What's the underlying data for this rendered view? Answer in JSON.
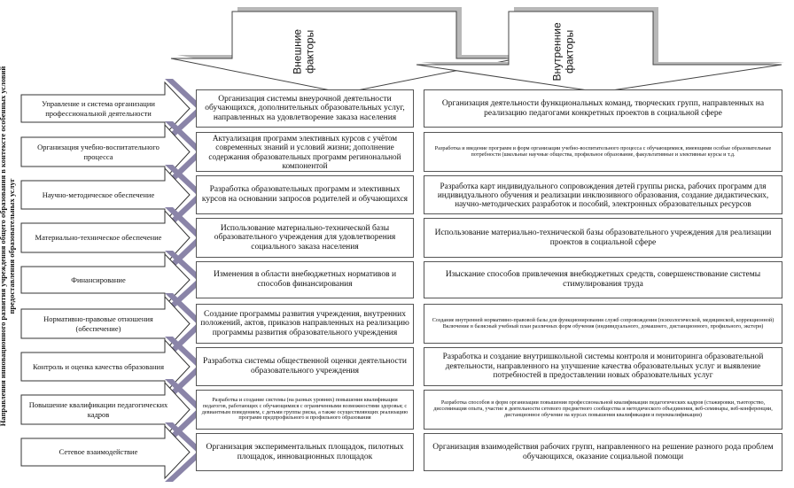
{
  "top": {
    "external": [
      "Внешние",
      "факторы"
    ],
    "internal": [
      "Внутренние",
      "факторы"
    ]
  },
  "side_label": [
    "Направления инновационного развития учреждения общего образования в контексте особенных условий",
    "предоставления образовательных услуг"
  ],
  "rows": [
    {
      "direction": "Управление и система организации профессиональной деятельности",
      "external": "Организация системы внеурочной деятельности обучающихся, дополнительных образовательных услуг, направленных на удовлетворение заказа населения",
      "internal": "Организация деятельности функциональных команд, творческих групп, направленных на реализацию педагогами конкретных проектов в социальной сфере"
    },
    {
      "direction": "Организация учебно-воспитательного процесса",
      "external": "Актуализация программ элективных курсов с учётом современных знаний и условий жизни; дополнение содержания образовательных программ регинональной компонентой",
      "internal": "Разработка и введение программ и форм организации учебно-воспитательного процесса с обучающимися, имеющими особые образовательные потребности (школьные научные общества, профильное образование, факультативные и элективные курсы и т.д."
    },
    {
      "direction": "Научно-методическое обеспечение",
      "external": "Разработка образовательных программ и элективных курсов на основании запросов родителей и обучающихся",
      "internal": "Разработка карт индивидуального сопровождения детей группы риска, рабочих программ для индивидуального обучения и реализации инклюзивного образования, создание дидактических, научно-методических разработок и пособий, электронных образовательных ресурсов"
    },
    {
      "direction": "Материально-техническое обеспечение",
      "external": "Использование материально-технической базы образовательного учреждения для удовлетворения социального заказа населения",
      "internal": "Использование материально-технической базы образовательного учреждения для реализации проектов в социальной сфере"
    },
    {
      "direction": "Финансирование",
      "external": "Изменения в области внебюджетных нормативов и способов финансирования",
      "internal": "Изыскание способов привлечения внебюджетных средств, совершенствование системы стимулирования труда"
    },
    {
      "direction": "Нормативно-правовые отношения (обеспечение)",
      "external": "Создание программы развития учреждения, внутренних положений, актов, приказов направленных на реализацию программы развития образовательного учреждения",
      "internal": "Создание внутренней нормативно-правовой базы для функционирования служб сопровождения (психологической, медицинской, коррекционной) Включение в базисный учебный план различных форм обучения (индивидуального, домашнего, дистанционного, профильного, экстерн)"
    },
    {
      "direction": "Контроль и оценка качества образования",
      "external": "Разработка системы общественной оценки деятельности образовательного учреждения",
      "internal": "Разработка и создание внутришкольной системы контроля и мониторинга образовательной деятельности, направленного на улучшение качества образовательных услуг и выявление потребностей в предоставлении новых образовательных услуг"
    },
    {
      "direction": "Повышение квалификации педагогических кадров",
      "external": "Разработка и создание системы (на разных уровнях) повышения квалификации педагогов, работающих с обучающимися с ограниченными возможностями здоровья; с девиантным поведением, с детьми группы риска, а также осуществляющих реализацию программ предпрофильного и профильного образования",
      "internal": "Разработка способов и форм организации повышения профессиональной квалификации педагогических кадров (стажировки, тьюторство, диссеминация опыта, участие в деятельности сетевого предметного сообщества и методического объединения, веб-семинары, веб-конференции, дистанционное обучение на курсах повышения квалификации и переквалификации)"
    },
    {
      "direction": "Сетевое взаимодействие",
      "external": "Организация экспериментальных площадок, пилотных площадок, инновационных площадок",
      "internal": "Организация взаимодействия рабочих групп, направленного на решение разного рода проблем обучающихся, оказание социальной помощи"
    }
  ]
}
